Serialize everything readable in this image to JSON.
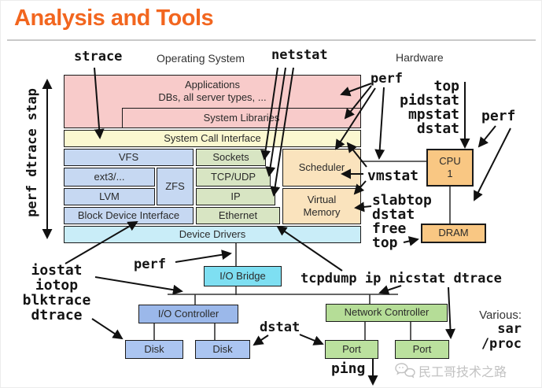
{
  "title": "Analysis and Tools",
  "headings": {
    "operating_system": "Operating System",
    "hardware": "Hardware"
  },
  "stack": {
    "applications": {
      "line1": "Applications",
      "line2": "DBs, all server types, ..."
    },
    "system_libraries": "System Libraries",
    "system_call_interface": "System Call Interface",
    "vfs": "VFS",
    "sockets": "Sockets",
    "scheduler": "Scheduler",
    "ext3": "ext3/...",
    "zfs": "ZFS",
    "tcp_udp": "TCP/UDP",
    "lvm": "LVM",
    "ip": "IP",
    "virtual_memory": {
      "line1": "Virtual",
      "line2": "Memory"
    },
    "block_device_interface": "Block Device Interface",
    "ethernet": "Ethernet",
    "device_drivers": "Device Drivers"
  },
  "hw": {
    "cpu": {
      "line1": "CPU",
      "line2": "1"
    },
    "dram": "DRAM",
    "io_bridge": "I/O Bridge",
    "io_controller": "I/O Controller",
    "network_controller": "Network Controller",
    "disk1": "Disk",
    "disk2": "Disk",
    "port1": "Port",
    "port2": "Port"
  },
  "tools": {
    "strace": "strace",
    "netstat": "netstat",
    "perf_top": "perf",
    "top_cpu": "top",
    "pidstat": "pidstat",
    "mpstat": "mpstat",
    "dstat_cpu": "dstat",
    "perf_right": "perf",
    "vmstat": "vmstat",
    "slabtop": "slabtop",
    "dstat_mem": "dstat",
    "free": "free",
    "top_mem": "top",
    "iostat": "iostat",
    "iotop": "iotop",
    "blktrace": "blktrace",
    "dtrace_io": "dtrace",
    "perf_bottom": "perf",
    "dstat_bottom": "dstat",
    "tcpdump_line": "tcpdump ip nicstat dtrace",
    "ping": "ping",
    "vertical_left": "perf dtrace stap"
  },
  "various": {
    "label": "Various:",
    "sar": "sar",
    "proc": "/proc"
  },
  "watermark": "民工哥技术之路",
  "colors": {
    "title_orange": "#f2661f",
    "app_pink": "#f8cbca",
    "sci_yellow": "#fbf8d0",
    "fs_blue": "#c6d8f2",
    "net_green": "#d8e5c3",
    "cpu_tan": "#fae3bd",
    "drivers_cyan": "#c9edf8",
    "bridge_cyan": "#7edff2",
    "controller_blue": "#9bb8ea",
    "disk_blue": "#abc5f1",
    "nic_green": "#b5dd97",
    "hw_orange": "#f9c783",
    "watermark_gray": "#c2c2c2"
  }
}
